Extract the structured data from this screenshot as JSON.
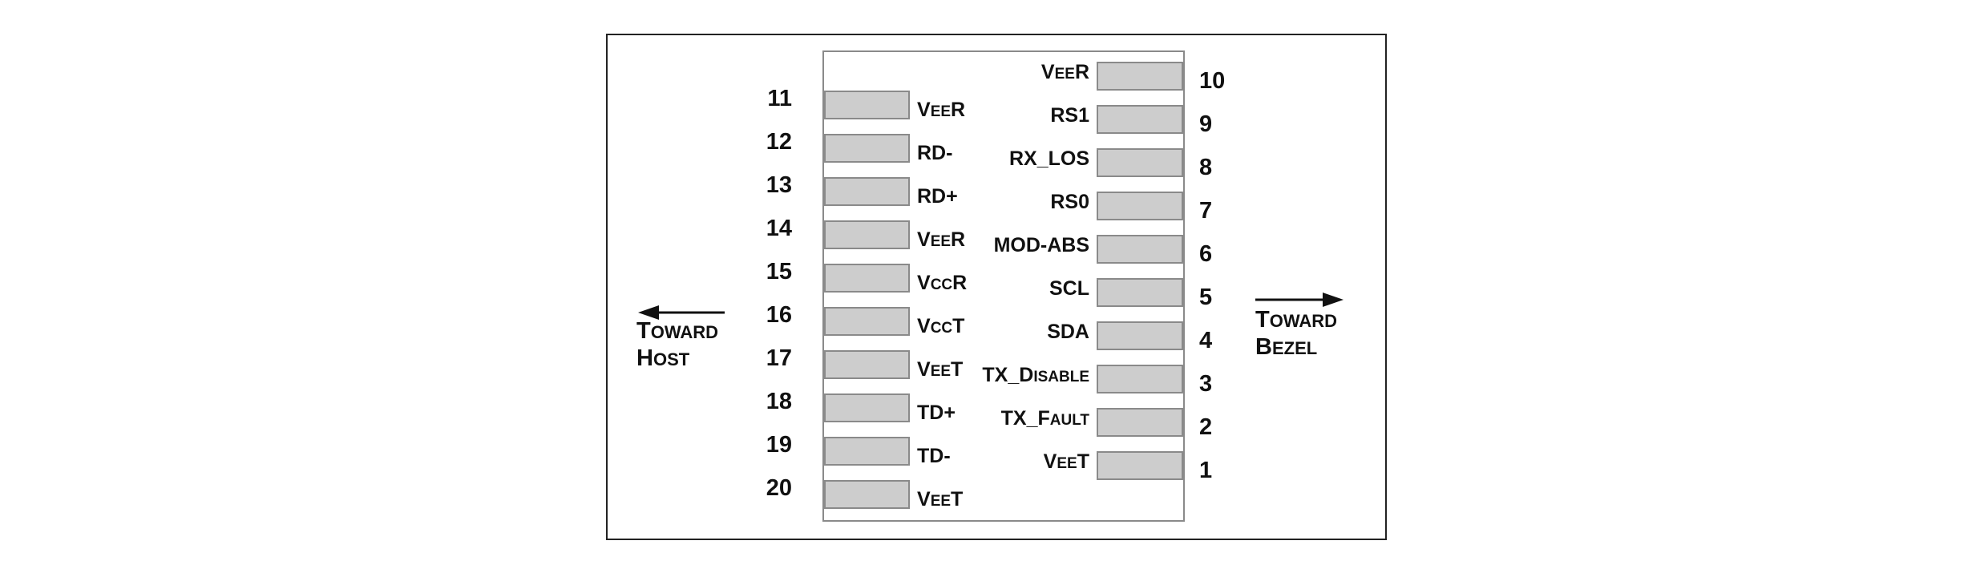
{
  "diagram": {
    "left_pins": [
      {
        "number": "11",
        "label": "VEER",
        "sc": "EE"
      },
      {
        "number": "12",
        "label": "RD-",
        "sc": ""
      },
      {
        "number": "13",
        "label": "RD+",
        "sc": ""
      },
      {
        "number": "14",
        "label": "VEER",
        "sc": "EE"
      },
      {
        "number": "15",
        "label": "VCCR",
        "sc": "CC"
      },
      {
        "number": "16",
        "label": "VCCT",
        "sc": "CC"
      },
      {
        "number": "17",
        "label": "VEET",
        "sc": "EE"
      },
      {
        "number": "18",
        "label": "TD+",
        "sc": ""
      },
      {
        "number": "19",
        "label": "TD-",
        "sc": ""
      },
      {
        "number": "20",
        "label": "VEET",
        "sc": "EE"
      }
    ],
    "right_pins": [
      {
        "number": "10",
        "label": "VEER",
        "sc": "EE"
      },
      {
        "number": "9",
        "label": "RS1",
        "sc": ""
      },
      {
        "number": "8",
        "label": "RX_LOS",
        "sc": ""
      },
      {
        "number": "7",
        "label": "RS0",
        "sc": ""
      },
      {
        "number": "6",
        "label": "MOD-ABS",
        "sc": ""
      },
      {
        "number": "5",
        "label": "SCL",
        "sc": ""
      },
      {
        "number": "4",
        "label": "SDA",
        "sc": ""
      },
      {
        "number": "3",
        "label": "TX_DISABLE",
        "sc": "ISABLE"
      },
      {
        "number": "2",
        "label": "TX_FAULT",
        "sc": "AULT"
      },
      {
        "number": "1",
        "label": "VEET",
        "sc": "EE"
      }
    ],
    "toward_host": {
      "line1": "TOWARD",
      "line2": "HOST"
    },
    "toward_bezel": {
      "line1": "TOWARD",
      "line2": "BEZEL"
    }
  },
  "colors": {
    "pad_fill": "#cdcdcd",
    "pad_stroke": "#8a8a8a",
    "frame": "#222222",
    "text": "#111111"
  }
}
